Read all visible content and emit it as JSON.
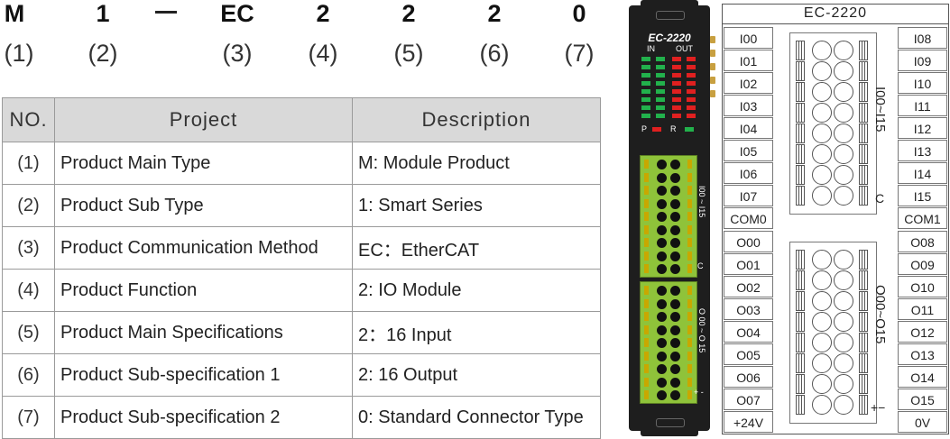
{
  "code": {
    "letters": [
      "M",
      "1",
      "EC",
      "2",
      "2",
      "2",
      "0"
    ],
    "indices": [
      "(1)",
      "(2)",
      "(3)",
      "(4)",
      "(5)",
      "(6)",
      "(7)"
    ]
  },
  "table": {
    "headers": [
      "NO.",
      "Project",
      "Description"
    ],
    "rows": [
      {
        "no": "(1)",
        "project": "Product Main Type",
        "desc": "M: Module Product"
      },
      {
        "no": "(2)",
        "project": "Product Sub Type",
        "desc": "1: Smart Series"
      },
      {
        "no": "(3)",
        "project": "Product Communication Method",
        "desc": "EC：EtherCAT"
      },
      {
        "no": "(4)",
        "project": "Product Function",
        "desc": "2: IO Module"
      },
      {
        "no": "(5)",
        "project": "Product Main Specifications",
        "desc": "2：16 Input"
      },
      {
        "no": "(6)",
        "project": "Product Sub-specification 1",
        "desc": "2: 16 Output"
      },
      {
        "no": "(7)",
        "project": "Product Sub-specification 2",
        "desc": "0: Standard Connector Type"
      }
    ]
  },
  "module": {
    "title": "EC-2220",
    "in_label": "IN",
    "out_label": "OUT",
    "p_label": "P",
    "r_label": "R",
    "input_range": "I00 ~ I15",
    "c_label": "C",
    "output_range": "O 00 ~ O 15",
    "pm_label": "+ -",
    "colors": {
      "green": "#22b14c",
      "red": "#e02020",
      "terminal": "#8fc33a"
    }
  },
  "pins": {
    "title": "EC-2220",
    "left_in": [
      "I00",
      "I01",
      "I02",
      "I03",
      "I04",
      "I05",
      "I06",
      "I07",
      "COM0"
    ],
    "right_in": [
      "I08",
      "I09",
      "I10",
      "I11",
      "I12",
      "I13",
      "I14",
      "I15",
      "COM1"
    ],
    "left_out": [
      "O00",
      "O01",
      "O02",
      "O03",
      "O04",
      "O05",
      "O06",
      "O07",
      "+24V"
    ],
    "right_out": [
      "O08",
      "O09",
      "O10",
      "O11",
      "O12",
      "O13",
      "O14",
      "O15",
      "0V"
    ],
    "in_range": "I00~I15",
    "in_c": "C",
    "out_range": "O00~O15",
    "out_pm": "+−"
  }
}
